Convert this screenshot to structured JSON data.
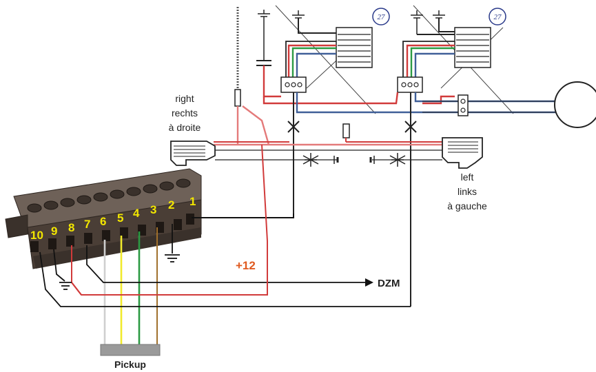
{
  "labels": {
    "right": [
      "right",
      "rechts",
      "à droite"
    ],
    "left": [
      "left",
      "links",
      "à gauche"
    ],
    "plus12": "+12",
    "dzm": "DZM",
    "pickup": "Pickup",
    "badge": "27"
  },
  "pins": [
    "1",
    "2",
    "3",
    "4",
    "5",
    "6",
    "7",
    "8",
    "9",
    "10"
  ],
  "colors": {
    "red_wire": "#d13a3a",
    "pink_wire": "#e47a7a",
    "green_wire": "#2b9a43",
    "blue_wire": "#3f5f98",
    "yellow_wire": "#f1ea2c",
    "brown_wire": "#a1702c",
    "white_wire": "#cfcfcf",
    "black_wire": "#111111",
    "terminal_body": "#4a3e36",
    "pin_label": "#f2e600",
    "plus12_text": "#e05a20"
  }
}
